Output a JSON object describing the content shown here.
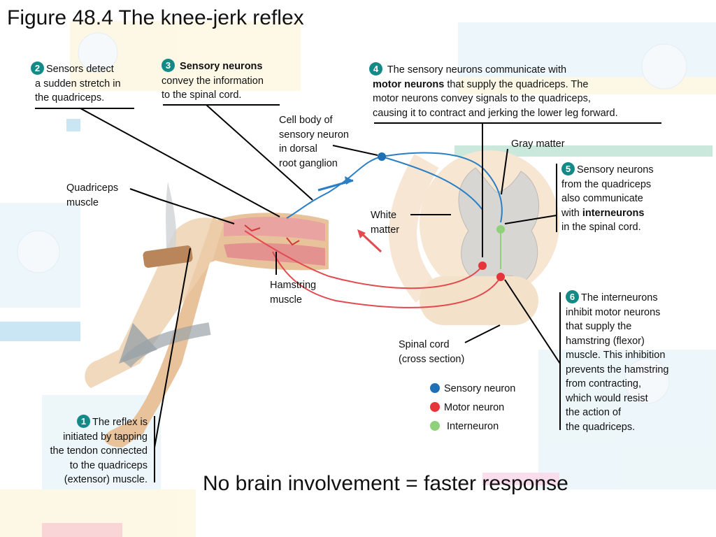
{
  "title": "Figure 48.4 The knee-jerk reflex",
  "steps": [
    {
      "num": "1",
      "lines": [
        "The reflex is",
        "initiated by tapping",
        "the tendon connected",
        "to the quadriceps",
        "(extensor) muscle."
      ]
    },
    {
      "num": "2",
      "lines": [
        "Sensors detect",
        "a sudden stretch in",
        "the quadriceps."
      ]
    },
    {
      "num": "3",
      "bold": "Sensory neurons",
      "lines": [
        "convey the information",
        "to the spinal cord."
      ]
    },
    {
      "num": "4",
      "l1": "The sensory neurons communicate with",
      "bold": "motor neurons",
      "l2_rest": " that supply the quadriceps. The",
      "lines": [
        "motor neurons convey signals to the quadriceps,",
        "causing it to contract and jerking the lower leg forward."
      ]
    },
    {
      "num": "5",
      "l1": "Sensory neurons",
      "l2": "from the quadriceps",
      "l3": "also communicate",
      "l4_pre": "with ",
      "bold": "interneurons",
      "l5": "in the spinal cord."
    },
    {
      "num": "6",
      "l1": "The interneurons",
      "lines": [
        "inhibit motor neurons",
        "that supply the",
        "hamstring (flexor)",
        "muscle. This inhibition",
        "prevents the hamstring",
        "from contracting,",
        "which would resist",
        "the action of",
        "the quadriceps."
      ]
    }
  ],
  "labels": {
    "cell_body": [
      "Cell body of",
      "sensory neuron",
      "in dorsal",
      "root ganglion"
    ],
    "gray_matter": "Gray matter",
    "quadriceps": [
      "Quadriceps",
      "muscle"
    ],
    "white_matter": [
      "White",
      "matter"
    ],
    "hamstring": [
      "Hamstring",
      "muscle"
    ],
    "spinal_cord": [
      "Spinal cord",
      "(cross section)"
    ]
  },
  "legend": [
    {
      "label": "Sensory neuron",
      "color": "#1f6fb5"
    },
    {
      "label": "Motor neuron",
      "color": "#e5343a"
    },
    {
      "label": "Interneuron",
      "color": "#8fd17a"
    }
  ],
  "caption": "No brain involvement = faster response",
  "colors": {
    "step_badge": "#138a87",
    "sensory": "#2a7fc4",
    "motor": "#e34a4f",
    "inter": "#8fd17a",
    "muscle": "#e9a3a0",
    "skin": "#e8c29a"
  }
}
